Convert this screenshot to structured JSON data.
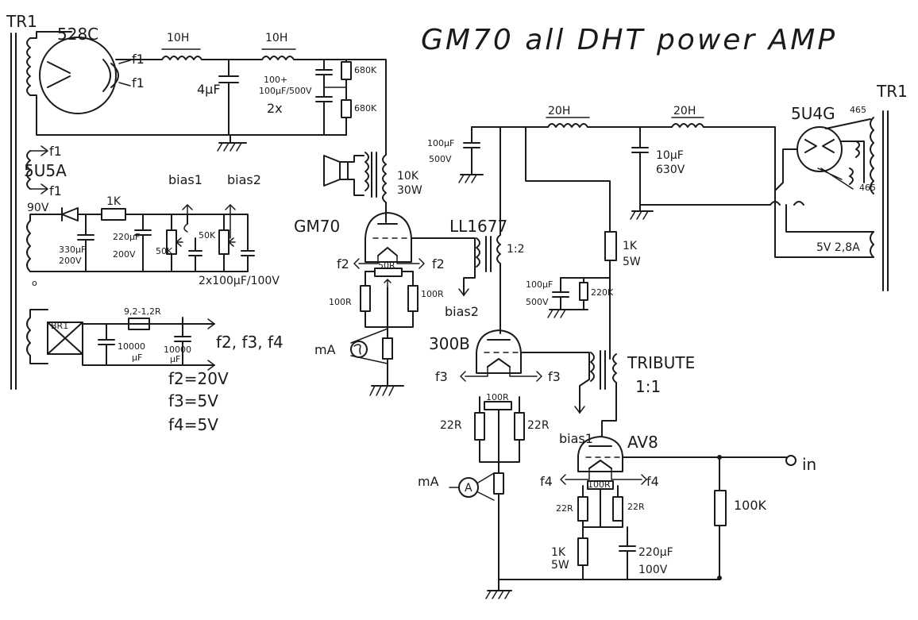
{
  "title": "GM70 all DHT power AMP",
  "transformers": {
    "tr1_left": "TR1",
    "tr1_right": "TR1"
  },
  "rectifiers": {
    "r1": "528C",
    "r2": "5U5A",
    "r3": "5U4G",
    "bridge": "BR1"
  },
  "filament_labels": {
    "f1_a": "f1",
    "f1_b": "f1",
    "f1_c": "f1",
    "f1_d": "f1",
    "f2_a": "f2",
    "f2_b": "f2",
    "f3_a": "f3",
    "f3_b": "f3",
    "f4_a": "f4",
    "f4_b": "f4"
  },
  "hv_supply": {
    "choke1": "10H",
    "choke2": "10H",
    "cap1": "4µF",
    "cap2_a": "100+",
    "cap2_b": "100µF/500V",
    "cap2_c": "2x",
    "r1": "680K",
    "r2": "680K"
  },
  "b_supply": {
    "choke1": "20H",
    "choke2": "20H",
    "cap_a": "100µF",
    "cap_b": "500V",
    "cap2_a": "10µF",
    "cap2_b": "630V",
    "tap1": "465",
    "tap2": "465",
    "fil": "5V 2,8A"
  },
  "bias": {
    "v": "90V",
    "r": "1K",
    "c1_a": "330µF",
    "c1_b": "200V",
    "c2_a": "220µF",
    "c2_b": "200V",
    "p1": "50K",
    "p2": "50K",
    "caps": "2x100µF/100V",
    "out1": "bias1",
    "out2": "bias2"
  },
  "filament_supply": {
    "r": "9,2-1,2R",
    "c1_a": "10000",
    "c1_b": "µF",
    "c2_a": "10000",
    "c2_b": "µF",
    "outs": "f2, f3, f4",
    "v2": "f2=20V",
    "v3": "f3=5V",
    "v4": "f4=5V"
  },
  "output_stage": {
    "tube": "GM70",
    "xfmr_a": "10K",
    "xfmr_b": "30W",
    "hum": "50R",
    "rk1": "100R",
    "rk2": "100R",
    "meter": "mA",
    "ictf": "LL1677",
    "ratio": "1:2",
    "bias": "bias2"
  },
  "driver_stage": {
    "tube": "300B",
    "hum": "100R",
    "rk1": "22R",
    "rk2": "22R",
    "meter": "mA",
    "meter_sym": "A",
    "res_a": "1K",
    "res_b": "5W",
    "cap_a": "100µF",
    "cap_b": "500V",
    "r": "220K",
    "xfmr": "TRIBUTE",
    "ratio": "1:1",
    "bias": "bias1"
  },
  "input_stage": {
    "tube": "AV8",
    "hum": "100R",
    "rk1": "22R",
    "rk2": "22R",
    "r_a": "1K",
    "r_b": "5W",
    "cap_a": "220µF",
    "cap_b": "100V",
    "rin": "100K",
    "input": "in"
  }
}
